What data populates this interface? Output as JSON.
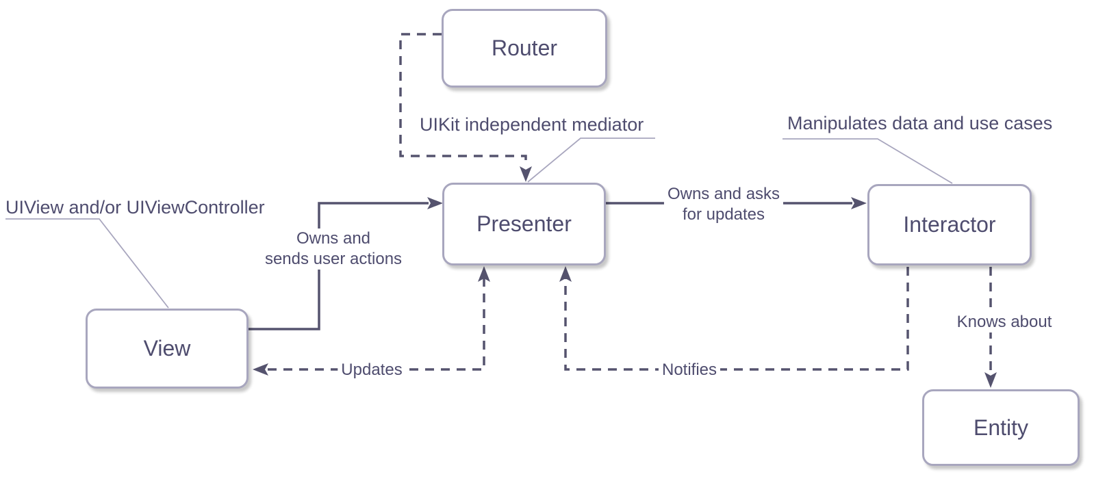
{
  "nodes": {
    "router": "Router",
    "presenter": "Presenter",
    "view": "View",
    "interactor": "Interactor",
    "entity": "Entity"
  },
  "annotations": {
    "view_note": "UIView and/or UIViewController",
    "presenter_note": "UIKit independent mediator",
    "interactor_note": "Manipulates data and use cases"
  },
  "edges": {
    "view_to_presenter": {
      "style": "solid",
      "label_line1": "Owns and",
      "label_line2": "sends user actions"
    },
    "presenter_to_interactor": {
      "style": "solid",
      "label_line1": "Owns and asks",
      "label_line2": "for updates"
    },
    "presenter_to_view": {
      "style": "dashed",
      "label": "Updates"
    },
    "interactor_to_presenter": {
      "style": "dashed",
      "label": "Notifies"
    },
    "interactor_to_entity": {
      "style": "dashed",
      "label": "Knows about"
    },
    "router_to_presenter": {
      "style": "dashed",
      "label": ""
    }
  },
  "colors": {
    "background": "#ffffff",
    "node_border": "#a8a6be",
    "node_text": "#4e4c6e",
    "connector": "#55536e",
    "callout": "#a8a6be"
  }
}
